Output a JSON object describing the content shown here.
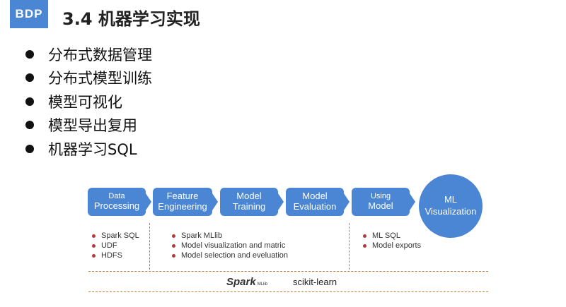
{
  "logo": "BDP",
  "title": "3.4 机器学习实现",
  "bullets": [
    "分布式数据管理",
    "分布式模型训练",
    "模型可视化",
    "模型导出复用",
    "机器学习SQL"
  ],
  "pipeline": [
    {
      "line1": "Data",
      "line2": "Processing"
    },
    {
      "line1": "Feature",
      "line2": "Engineering"
    },
    {
      "line1": "Model",
      "line2": "Training"
    },
    {
      "line1": "Model",
      "line2": "Evaluation"
    },
    {
      "line1": "Using",
      "line2": "Model"
    }
  ],
  "final_step": {
    "line1": "ML",
    "line2": "Visualization"
  },
  "groups": [
    {
      "items": [
        "Spark SQL",
        "UDF",
        "HDFS"
      ]
    },
    {
      "items": [
        "Spark MLlib",
        "Model visualization and matric",
        "Model selection and eveluation"
      ]
    },
    {
      "items": [
        "ML SQL",
        "Model exports"
      ]
    }
  ],
  "tools": {
    "spark": "Spark",
    "spark_sub": "MLlib",
    "scikit": "scikit-learn"
  },
  "colors": {
    "accent": "#4a86d4",
    "dash": "#c07a3a",
    "bullet_dot": "#b23a3a"
  }
}
